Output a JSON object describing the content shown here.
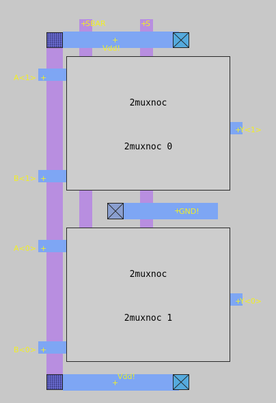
{
  "top_signals": {
    "sbar": "SBAR",
    "s": "S"
  },
  "power": {
    "vdd": "Vdd!",
    "vdd_bottom": "Vdd!",
    "gnd": "GND!"
  },
  "pins": {
    "a1": "A<1>",
    "b1": "B<1>",
    "a0": "A<0>",
    "b0": "B<0>",
    "y1": "Y<1>",
    "y0": "Y<0>"
  },
  "cells": [
    {
      "type": "2muxnoc",
      "instance": "2muxnoc 0"
    },
    {
      "type": "2muxnoc",
      "instance": "2muxnoc 1"
    }
  ],
  "marker": "+",
  "colors": {
    "background": "#c8c8c8",
    "metal1": "#7ea6f4",
    "metal2": "#b88ee0",
    "label": "#f0ee28",
    "cell_fill": "#cdcdcd",
    "contact": "#55aadd"
  }
}
